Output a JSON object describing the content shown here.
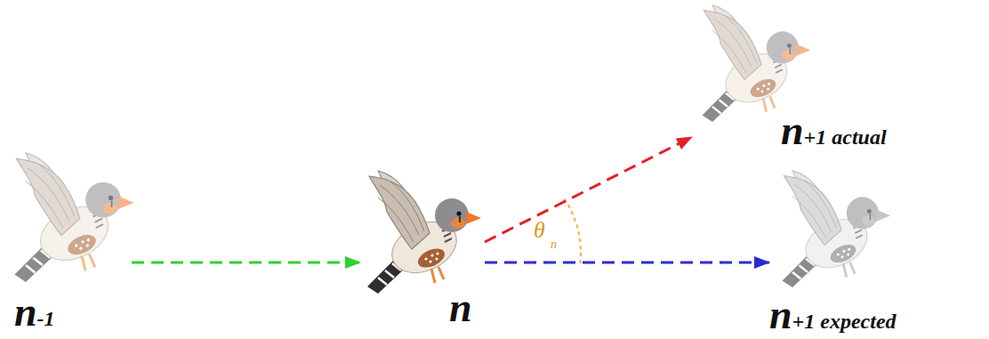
{
  "diagram": {
    "nodes": [
      {
        "text": [
          "n-1"
        ]
      },
      {
        "text": [
          "n"
        ]
      },
      {
        "text": [
          "n+1 actual"
        ]
      },
      {
        "text": [
          "n+1 expected"
        ]
      }
    ],
    "edges": [
      {
        "from": 0,
        "to": 1,
        "arrow": "to"
      },
      {
        "from": 1,
        "to": 2,
        "arrow": "to"
      },
      {
        "from": 1,
        "to": 3,
        "arrow": "to"
      }
    ],
    "labels": [
      "θ",
      "n"
    ]
  }
}
